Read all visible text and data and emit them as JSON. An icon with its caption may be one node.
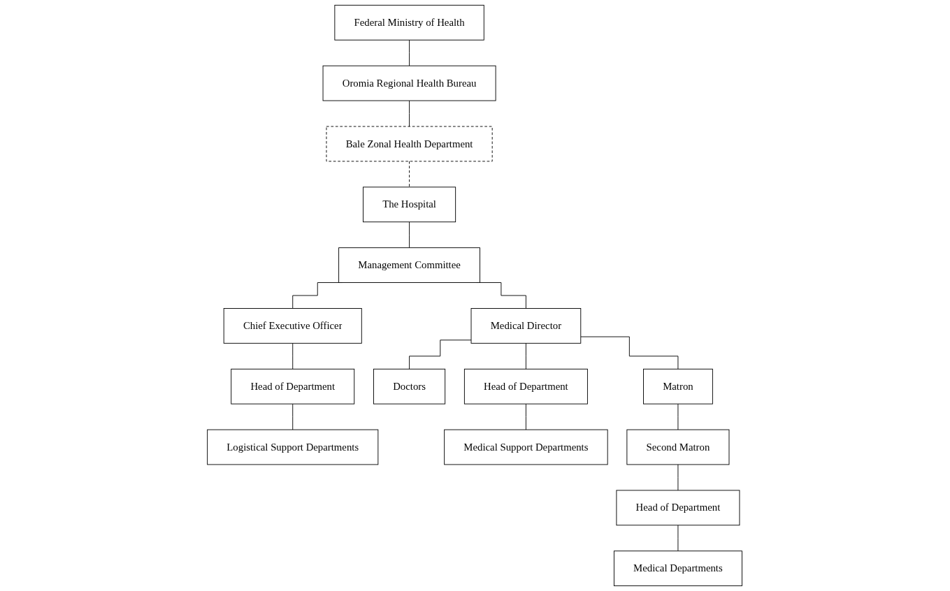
{
  "diagram": {
    "nodes": [
      {
        "text": [
          "Federal Ministry of Health"
        ]
      },
      {
        "text": [
          "Oromia Regional Health Bureau"
        ]
      },
      {
        "text": [
          "Bale Zonal Health Department"
        ]
      },
      {
        "text": [
          "The Hospital"
        ]
      },
      {
        "text": [
          "Management Committee"
        ]
      },
      {
        "text": [
          "Chief Executive Officer"
        ]
      },
      {
        "text": [
          "Medical Director"
        ]
      },
      {
        "text": [
          "Doctors"
        ]
      },
      {
        "text": [
          "Matron"
        ]
      },
      {
        "text": [
          "Head of Department"
        ]
      },
      {
        "text": [
          "Head of Department"
        ]
      },
      {
        "text": [
          "Second Matron"
        ]
      },
      {
        "text": [
          "Logistical Support Departments"
        ]
      },
      {
        "text": [
          "Medical Support Departments"
        ]
      },
      {
        "text": [
          "Head of Department"
        ]
      },
      {
        "text": [
          "Medical Departments"
        ]
      }
    ],
    "edges": [
      {
        "from": 0,
        "to": 1,
        "arrow": "none"
      },
      {
        "from": 1,
        "to": 2,
        "arrow": "none"
      },
      {
        "from": 2,
        "to": 3,
        "arrow": "none",
        "style": "dashed"
      },
      {
        "from": 3,
        "to": 4,
        "arrow": "none"
      },
      {
        "from": 4,
        "to": 5,
        "arrow": "none"
      },
      {
        "from": 4,
        "to": 6,
        "arrow": "none"
      },
      {
        "from": 6,
        "to": 7,
        "arrow": "none"
      },
      {
        "from": 6,
        "to": 10,
        "arrow": "none"
      },
      {
        "from": 6,
        "to": 8,
        "arrow": "none"
      },
      {
        "from": 5,
        "to": 9,
        "arrow": "none"
      },
      {
        "from": 9,
        "to": 12,
        "arrow": "none"
      },
      {
        "from": 10,
        "to": 13,
        "arrow": "none"
      },
      {
        "from": 8,
        "to": 11,
        "arrow": "none"
      },
      {
        "from": 11,
        "to": 14,
        "arrow": "none"
      },
      {
        "from": 14,
        "to": 15,
        "arrow": "none"
      }
    ]
  }
}
